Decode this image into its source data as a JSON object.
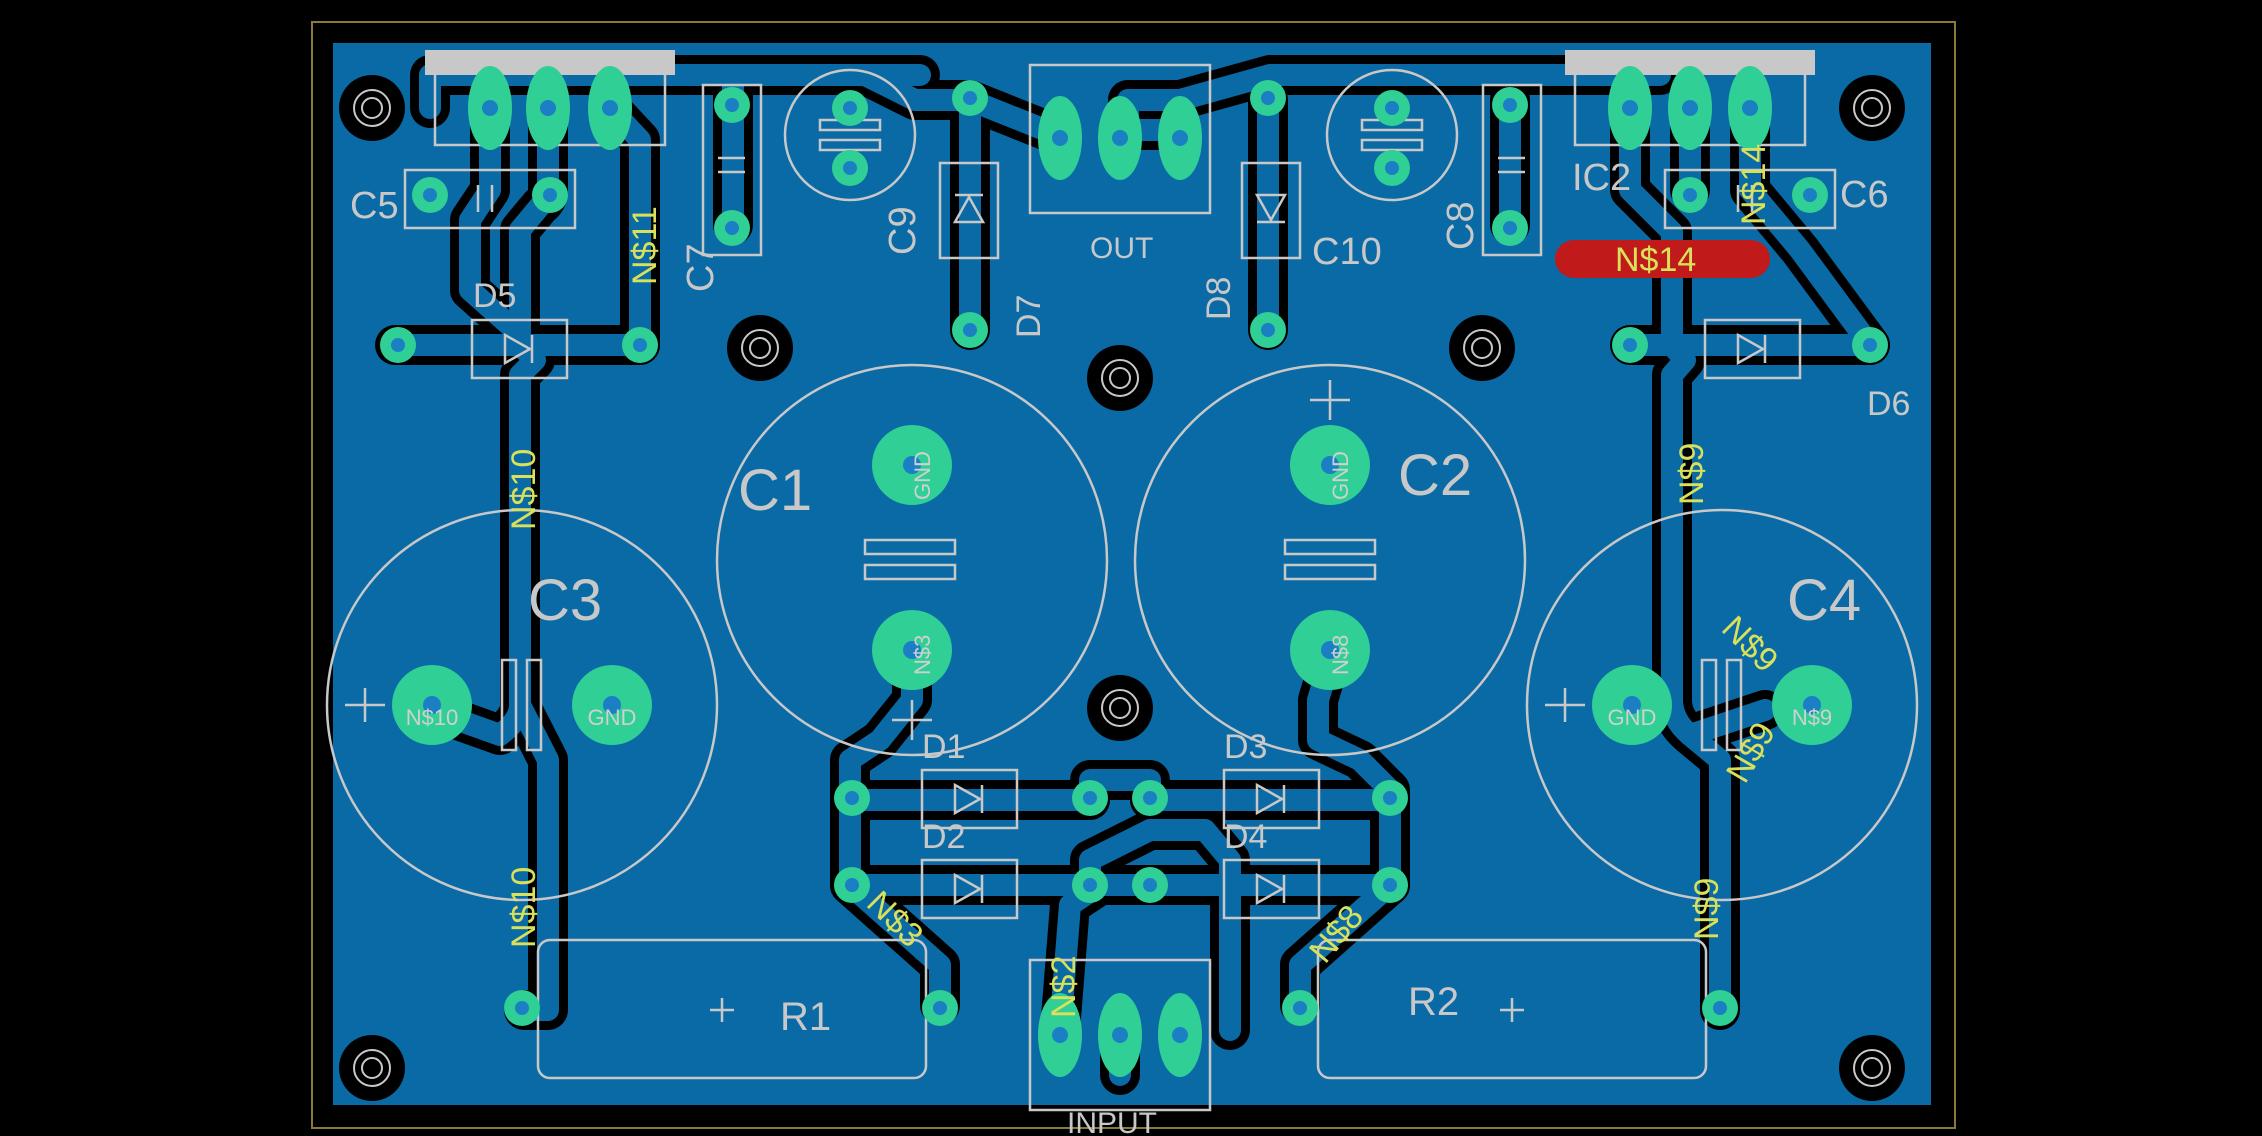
{
  "board": {
    "name_labels": {
      "C1": "C1",
      "C2": "C2",
      "C3": "C3",
      "C4": "C4",
      "C5": "C5",
      "C6": "C6",
      "C7": "C7",
      "C8": "C8",
      "C9": "C9",
      "C10": "C10",
      "D1": "D1",
      "D2": "D2",
      "D3": "D3",
      "D4": "D4",
      "D5": "D5",
      "D6": "D6",
      "D7": "D7",
      "D8": "D8",
      "R1": "R1",
      "R2": "R2",
      "IC2": "IC2",
      "OUT": "OUT",
      "INPUT": "INPUT"
    },
    "pad_labels": {
      "c1_top": "GND",
      "c1_bot": "N$3",
      "c2_top": "GND",
      "c2_bot": "N$8",
      "c3_left": "N$10",
      "c3_right": "GND",
      "c4_left": "GND",
      "c4_right": "N$9"
    },
    "net_labels": {
      "n10_a": "N$10",
      "n10_b": "N$10",
      "n11": "N$11",
      "n9_a": "N$9",
      "n9_b": "N$9",
      "n9_c": "N$9",
      "n9_d": "N$9",
      "n3": "N$3",
      "n8": "N$8",
      "n2": "N$2",
      "n14": "N$14",
      "n14_red": "N$14"
    },
    "colors": {
      "background": "#000000",
      "copper": "#0a6aa5",
      "clearance": "#000000",
      "pad": "#2fcf96",
      "drill": "#1b7fc4",
      "silkscreen": "#c8c8c8",
      "net_text": "#d9e05a",
      "outline": "#8a7a3a",
      "highlight": "#c01a1a"
    }
  }
}
